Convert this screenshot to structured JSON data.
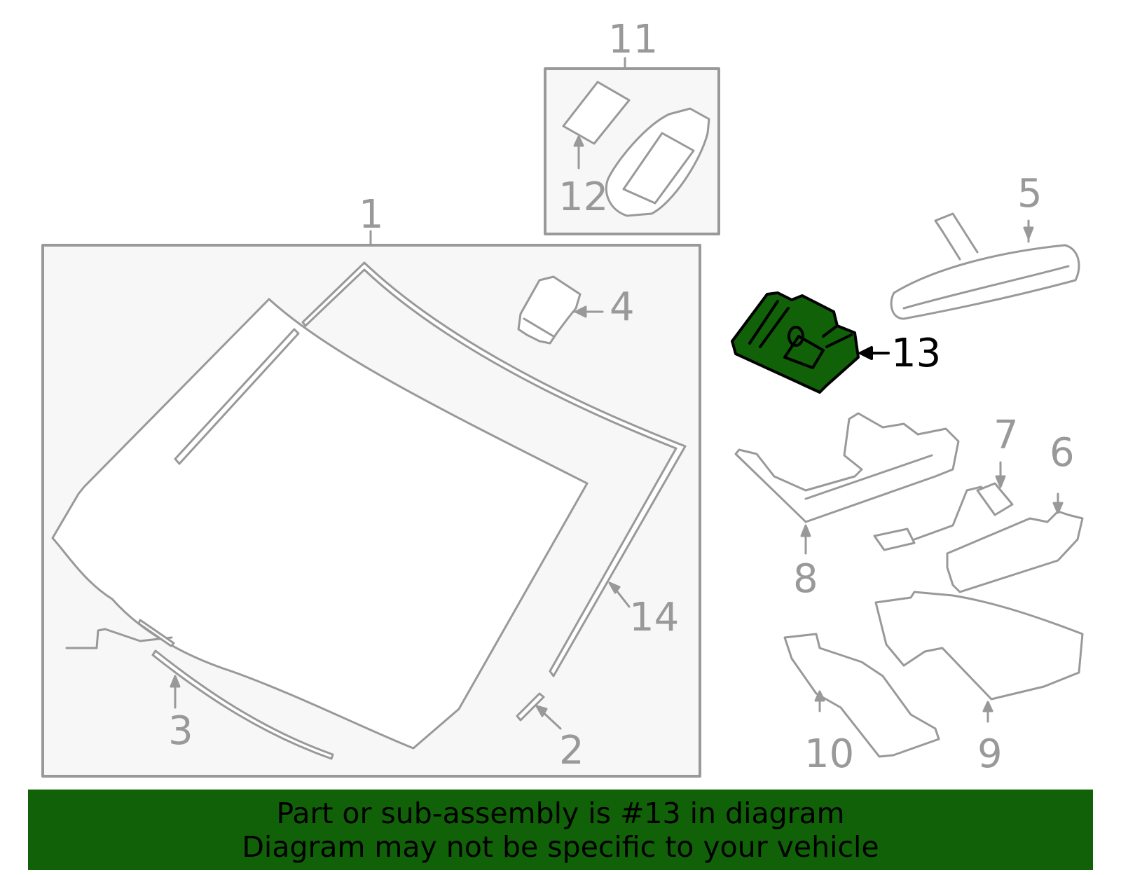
{
  "diagram": {
    "highlight_color": "#106108",
    "line_color": "#999999",
    "highlighted_part": "13",
    "callouts": [
      {
        "id": "1",
        "label": "1"
      },
      {
        "id": "2",
        "label": "2"
      },
      {
        "id": "3",
        "label": "3"
      },
      {
        "id": "4",
        "label": "4"
      },
      {
        "id": "5",
        "label": "5"
      },
      {
        "id": "6",
        "label": "6"
      },
      {
        "id": "7",
        "label": "7"
      },
      {
        "id": "8",
        "label": "8"
      },
      {
        "id": "9",
        "label": "9"
      },
      {
        "id": "10",
        "label": "10"
      },
      {
        "id": "11",
        "label": "11"
      },
      {
        "id": "12",
        "label": "12"
      },
      {
        "id": "13",
        "label": "13"
      },
      {
        "id": "14",
        "label": "14"
      }
    ]
  },
  "banner": {
    "line1": "Part or sub-assembly is #13 in diagram",
    "line2": "Diagram may not be specific to your vehicle",
    "background": "#106108"
  }
}
